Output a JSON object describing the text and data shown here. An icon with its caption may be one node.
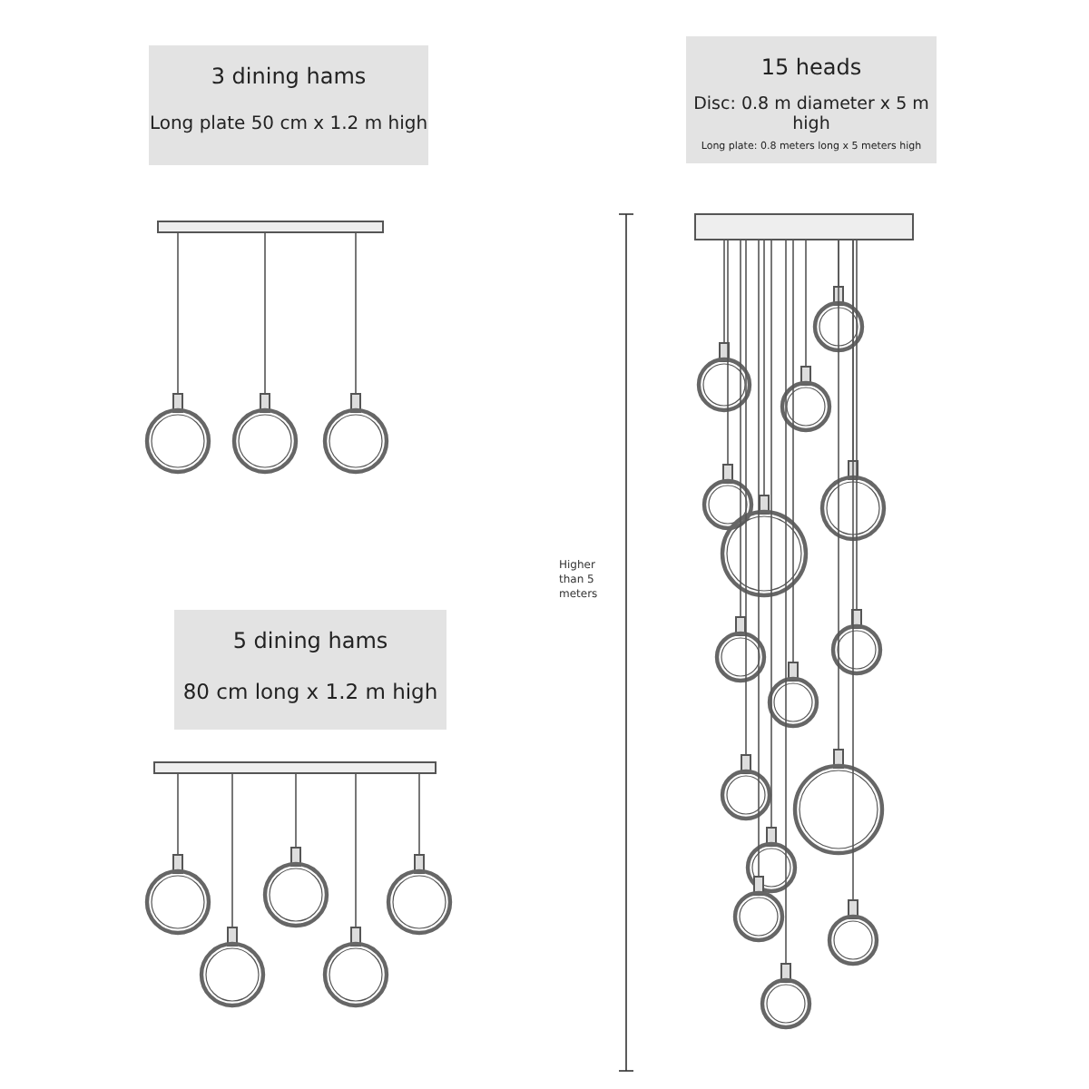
{
  "diagram": {
    "nodes": [
      {
        "text": [
          "3 dining hams",
          "Long plate 50 cm x 1.2 m high"
        ]
      },
      {
        "text": [
          "15 heads",
          "Disc: 0.8 m diameter x 5 m high",
          "Long plate: 0.8 meters long x 5 meters high"
        ]
      },
      {
        "text": [
          "5 dining hams",
          "80 cm long x 1.2 m high"
        ]
      }
    ],
    "edges": [],
    "labels": [
      "Higher than 5 meters"
    ]
  }
}
